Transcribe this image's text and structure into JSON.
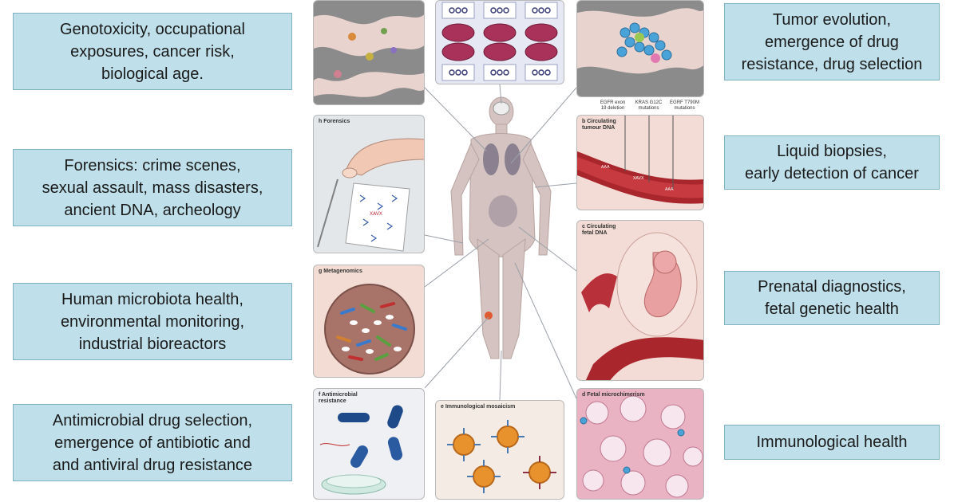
{
  "captions": {
    "genotoxicity": "Genotoxicity, occupational\nexposures, cancer risk,\nbiological age.",
    "forensics": "Forensics: crime scenes,\nsexual assault, mass disasters,\nancient DNA, archeology",
    "microbiota": "Human microbiota health,\nenvironmental monitoring,\nindustrial bioreactors",
    "antimicrobial": "Antimicrobial drug selection,\nemergence of antibiotic and\nand antiviral drug resistance",
    "tumor": "Tumor evolution,\nemergence of drug\nresistance, drug selection",
    "liquid": "Liquid biopsies,\nearly detection of cancer",
    "prenatal": "Prenatal diagnostics,\nfetal genetic health",
    "immuno": "Immunological health"
  },
  "panels": {
    "forensics": "h  Forensics",
    "metagenomics": "g  Metagenomics",
    "antimicrobial": "f  Antimicrobial\n    resistance",
    "immunological": "e  Immunological mosaicism",
    "fetal_micro": "d  Fetal microchimerism",
    "circ_tumour": "b  Circulating\n    tumour DNA",
    "circ_fetal": "c  Circulating\n    fetal DNA"
  },
  "mutations": {
    "egfr19": "EGFR exon\n19 deletion",
    "kras": "KRAS G12C\nmutations",
    "egfrt790m": "EGRF T790M\nmutations"
  },
  "colors": {
    "caption_fill": "#bfe0ea",
    "caption_border": "#7fb3c4",
    "vessel": "#a8262c",
    "tissue": "#e9b3c4"
  }
}
